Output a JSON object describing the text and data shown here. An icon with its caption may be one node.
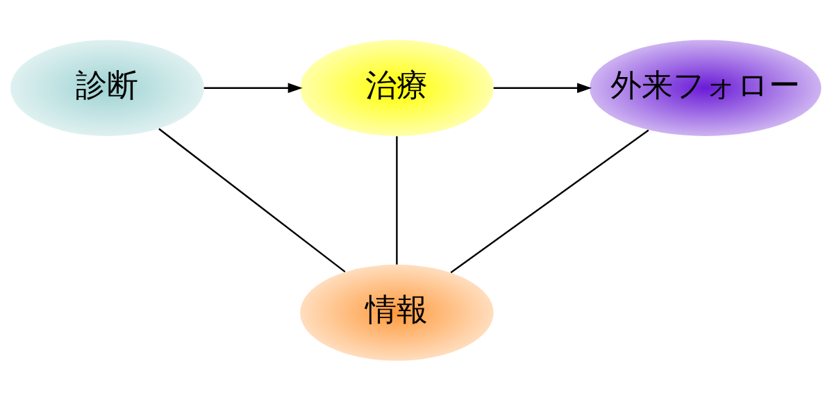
{
  "diagram": {
    "nodes": [
      {
        "text": [
          "診断"
        ]
      },
      {
        "text": [
          "治療"
        ]
      },
      {
        "text": [
          "外来フォロー"
        ]
      },
      {
        "text": [
          "情報"
        ]
      }
    ],
    "edges": [
      {
        "from": 0,
        "to": 1,
        "arrow": "to"
      },
      {
        "from": 1,
        "to": 2,
        "arrow": "to"
      },
      {
        "from": 0,
        "to": 3,
        "arrow": "none"
      },
      {
        "from": 1,
        "to": 3,
        "arrow": "none"
      },
      {
        "from": 2,
        "to": 3,
        "arrow": "none"
      }
    ]
  }
}
